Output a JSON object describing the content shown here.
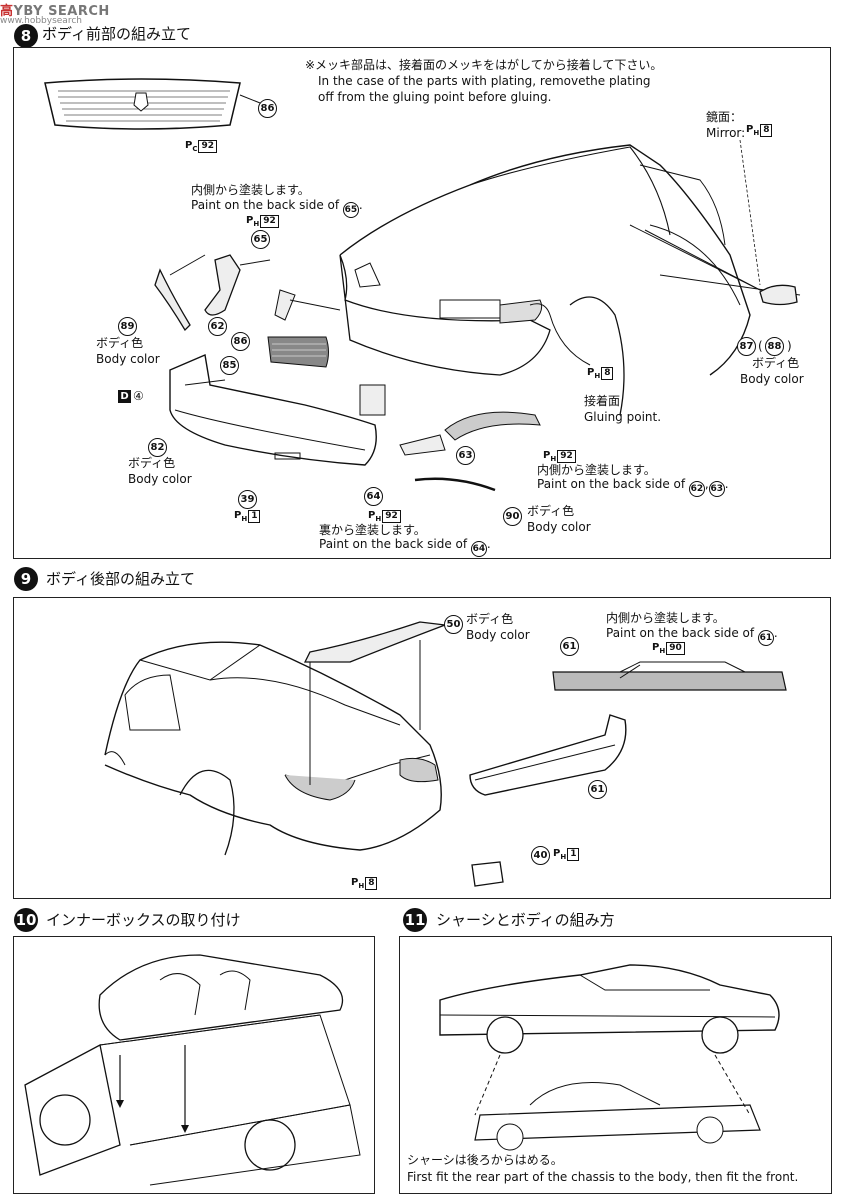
{
  "watermark": {
    "cn": "高",
    "brand": "YBY SEARCH",
    "sub": "www.hobbysearch"
  },
  "step8": {
    "title": "ボディ前部の組み立て",
    "note_jp": "※メッキ部品は、接着面のメッキをはがしてから接着して下さい。",
    "note_en1": "In the case of the parts with plating, removethe plating",
    "note_en2": "off from the gluing point before gluing.",
    "mirror_jp": "鏡面：",
    "mirror_en": "Mirror:",
    "inside_jp_1": "内側から塗装します。",
    "inside_en_1": "Paint on the back side of",
    "body_color_jp": "ボディ色",
    "body_color_en": "Body color",
    "gluing_jp": "接着面",
    "gluing_en": "Gluing point.",
    "inside_jp_2": "内側から塗装します。",
    "inside_en_2": "Paint on the back side of",
    "back_jp": "裏から塗装します。",
    "back_en": "Paint on the back side of",
    "parts": {
      "p86": "86",
      "p65": "65",
      "p89": "89",
      "p62": "62",
      "p85": "85",
      "p82": "82",
      "p39": "39",
      "p64": "64",
      "p63": "63",
      "p90": "90",
      "p87": "87",
      "p88": "88"
    },
    "paint": {
      "pc": "P",
      "pc_sub": "C",
      "pc_code": "92",
      "ph": "P",
      "ph_sub": "H",
      "code_92": "92",
      "code_8": "8",
      "code_1": "1"
    },
    "d_marker": "D",
    "d_count": "④"
  },
  "step9": {
    "number": "9",
    "title": "ボディ後部の組み立て",
    "body_color_jp": "ボディ色",
    "body_color_en": "Body color",
    "inside_jp": "内側から塗装します。",
    "inside_en": "Paint on the back side of",
    "parts": {
      "p50": "50",
      "p61": "61",
      "p40": "40"
    },
    "paint": {
      "ph": "P",
      "ph_sub": "H",
      "code_90": "90",
      "code_1": "1",
      "code_8": "8"
    }
  },
  "step10": {
    "number": "10",
    "title": "インナーボックスの取り付け"
  },
  "step11": {
    "number": "11",
    "title": "シャーシとボディの組み方",
    "note_jp": "シャーシは後ろからはめる。",
    "note_en": "First fit the rear part of the chassis to the body, then fit the front."
  }
}
